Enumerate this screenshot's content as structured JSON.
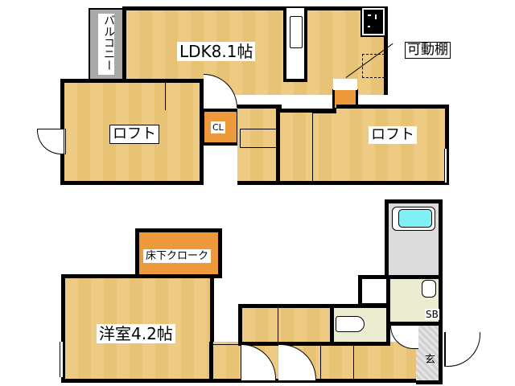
{
  "floor_plan": {
    "upper_floor": {
      "rooms": [
        {
          "id": "ldk",
          "label": "LDK8.1帖"
        },
        {
          "id": "balcony",
          "label": "バルコニー"
        },
        {
          "id": "loft_left",
          "label": "ロフト"
        },
        {
          "id": "loft_right",
          "label": "ロフト"
        },
        {
          "id": "closet",
          "label": "CL"
        }
      ],
      "annotations": [
        {
          "id": "movable_shelf",
          "label": "可動棚"
        }
      ]
    },
    "lower_floor": {
      "rooms": [
        {
          "id": "western_room",
          "label": "洋室4.2帖"
        },
        {
          "id": "underfloor_cloak",
          "label": "床下クローク"
        },
        {
          "id": "shoe_box",
          "label": "SB"
        },
        {
          "id": "entrance",
          "label": "玄"
        }
      ]
    },
    "colors": {
      "floor_wood": "#edc777",
      "storage_orange": "#ee9a3c",
      "bath_blue": "#7ff0f5",
      "wet_area_cream": "#ececd0",
      "balcony_gray": "#a9a9a9",
      "wall": "#000000"
    }
  }
}
